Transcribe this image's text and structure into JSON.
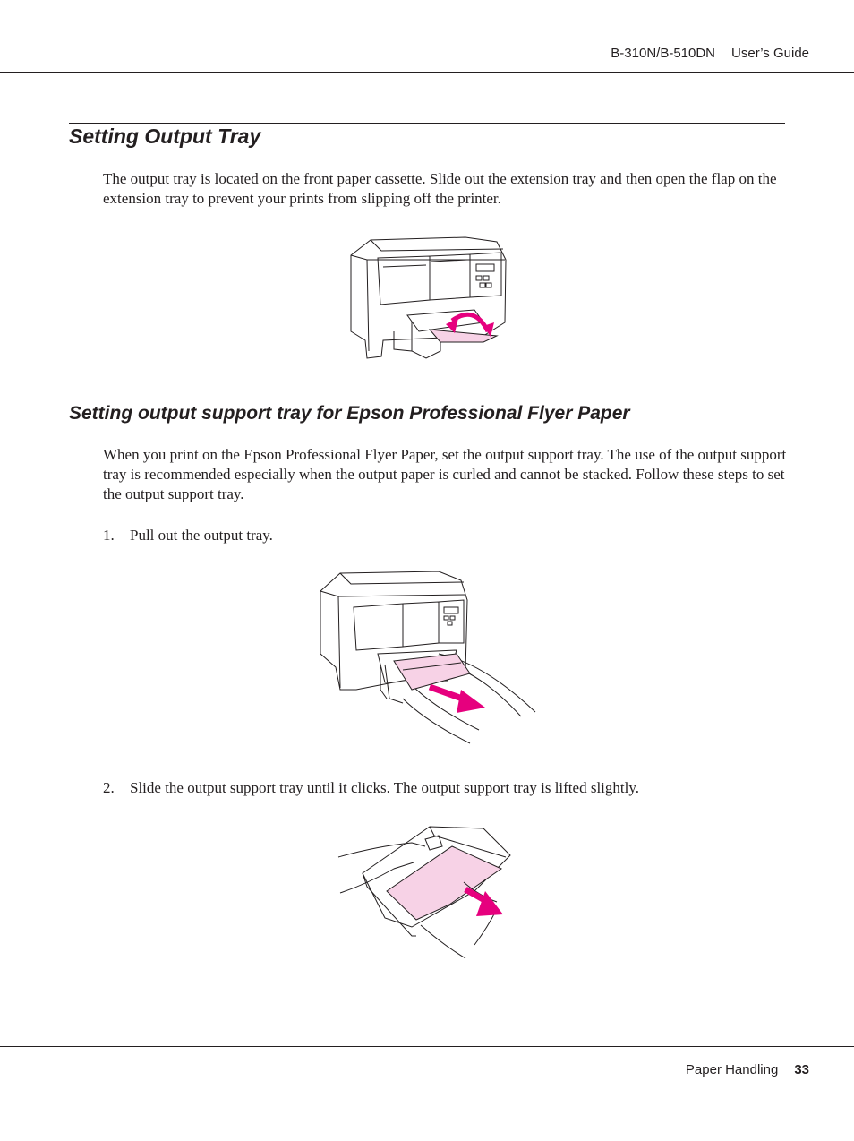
{
  "header": {
    "model": "B-310N/B-510DN",
    "guide": "User’s Guide"
  },
  "section1": {
    "title": "Setting Output Tray",
    "body": "The output tray is located on the front paper cassette. Slide out the extension tray and then open the flap on the extension tray to prevent your prints from slipping off the printer."
  },
  "section2": {
    "title": "Setting output support tray for Epson Professional Flyer Paper",
    "body": "When you print on the Epson Professional Flyer Paper, set the output support tray. The use of the output support tray is recommended especially when the output paper is curled and cannot be stacked. Follow these steps to set the output support tray.",
    "steps": [
      {
        "num": "1.",
        "text": "Pull out the output tray."
      },
      {
        "num": "2.",
        "text": "Slide the output support tray until it clicks. The output support tray is lifted slightly."
      }
    ]
  },
  "footer": {
    "section": "Paper Handling",
    "page": "33"
  },
  "colors": {
    "text": "#231f20",
    "highlight_pink": "#f7d2e6",
    "arrow_magenta": "#e6007e"
  },
  "icons": [
    "printer-extension-tray-illustration",
    "printer-pull-tray-illustration",
    "support-tray-slide-illustration"
  ]
}
